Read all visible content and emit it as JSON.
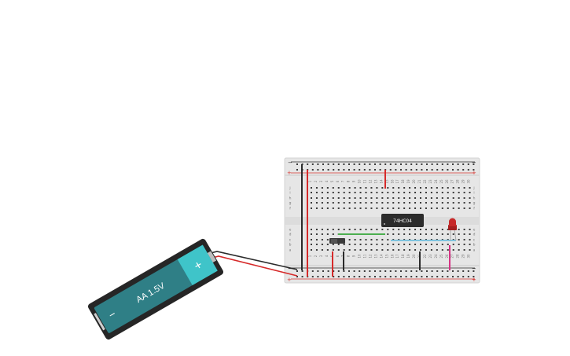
{
  "workspace": {
    "background": "#ffffff"
  },
  "breadboard": {
    "row_letters_top": [
      "j",
      "i",
      "h",
      "g",
      "f"
    ],
    "row_letters_bottom": [
      "e",
      "d",
      "c",
      "b",
      "a"
    ],
    "rail_plus": "+",
    "rail_minus": "−",
    "columns": 30,
    "colors": {
      "board": "#e6e6e6",
      "rail_red": "#d6342f",
      "rail_dark": "#2a2a2a",
      "hole": "#3a3a3a"
    }
  },
  "ic": {
    "label": "74HC04",
    "color": "#2b2b2b"
  },
  "led": {
    "color": "#c62828",
    "icon": "led-icon"
  },
  "switch": {
    "icon": "slide-switch-icon"
  },
  "battery": {
    "label": "AA 1.5V",
    "minus_symbol": "−",
    "plus_symbol": "+",
    "body_color": "#2f7f86",
    "cap_color": "#3fc4c9",
    "case_color": "#262626"
  },
  "wires": {
    "red": "#d62a2a",
    "black": "#2b2b2b",
    "green": "#4caf50",
    "blue": "#7fc3de",
    "pink": "#d63384"
  }
}
